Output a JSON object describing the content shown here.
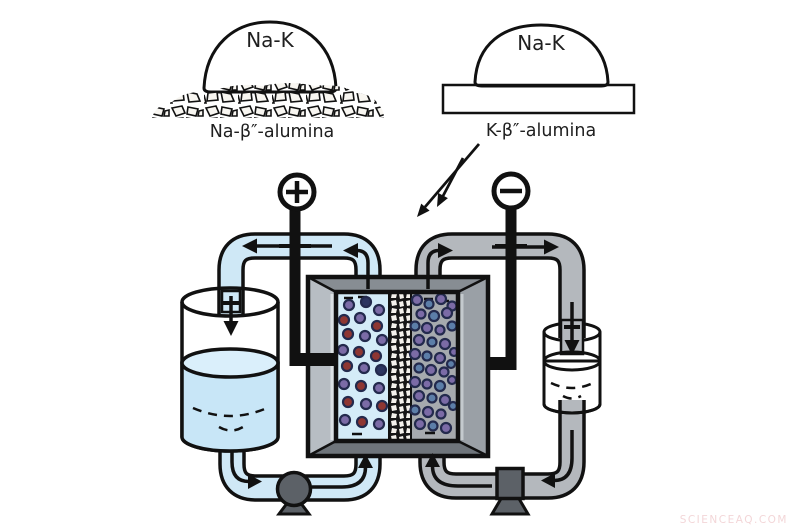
{
  "figure": {
    "description": "Na-K liquid metal flow battery with beta-alumina membrane",
    "labels": {
      "left_droplet": "Na-K",
      "right_droplet": "Na-K",
      "left_substrate": "Na-β″-alumina",
      "right_substrate": "K-β″-alumina",
      "positive_terminal": "+",
      "negative_terminal": "−"
    },
    "watermark": "SCIENCEAQ.COM"
  },
  "colors": {
    "outline": "#111111",
    "text": "#1f1f1f",
    "watermark": "#f3d6d8",
    "anolyte": "#cfe8f6",
    "anolyte_deep": "#c8e6f7",
    "anolyte_surface": "#daeffb",
    "catholyte": "#b4b8bd",
    "catholyte_deep": "#989ca1",
    "left_liquid": "#d4ecf8",
    "right_liquid": "#a6aaae",
    "cell_left_wall": "#b7bdc3",
    "cell_top_wall": "#878d93",
    "cell_right_wall": "#9aa0a6",
    "cell_bottom_wall": "#6f757b",
    "membrane_bg": "#161616",
    "stone": "#f8f6f1",
    "red": "#8e3632",
    "purple": "#7b6ba6",
    "blue": "#5c7ea8",
    "navy": "#2c3560",
    "p_outline": "#232a4d",
    "pump": "#5c6167",
    "droplet_hi": "#f5f5f5",
    "droplet_mid": "#c4c6c8",
    "droplet_lo": "#85898d"
  }
}
